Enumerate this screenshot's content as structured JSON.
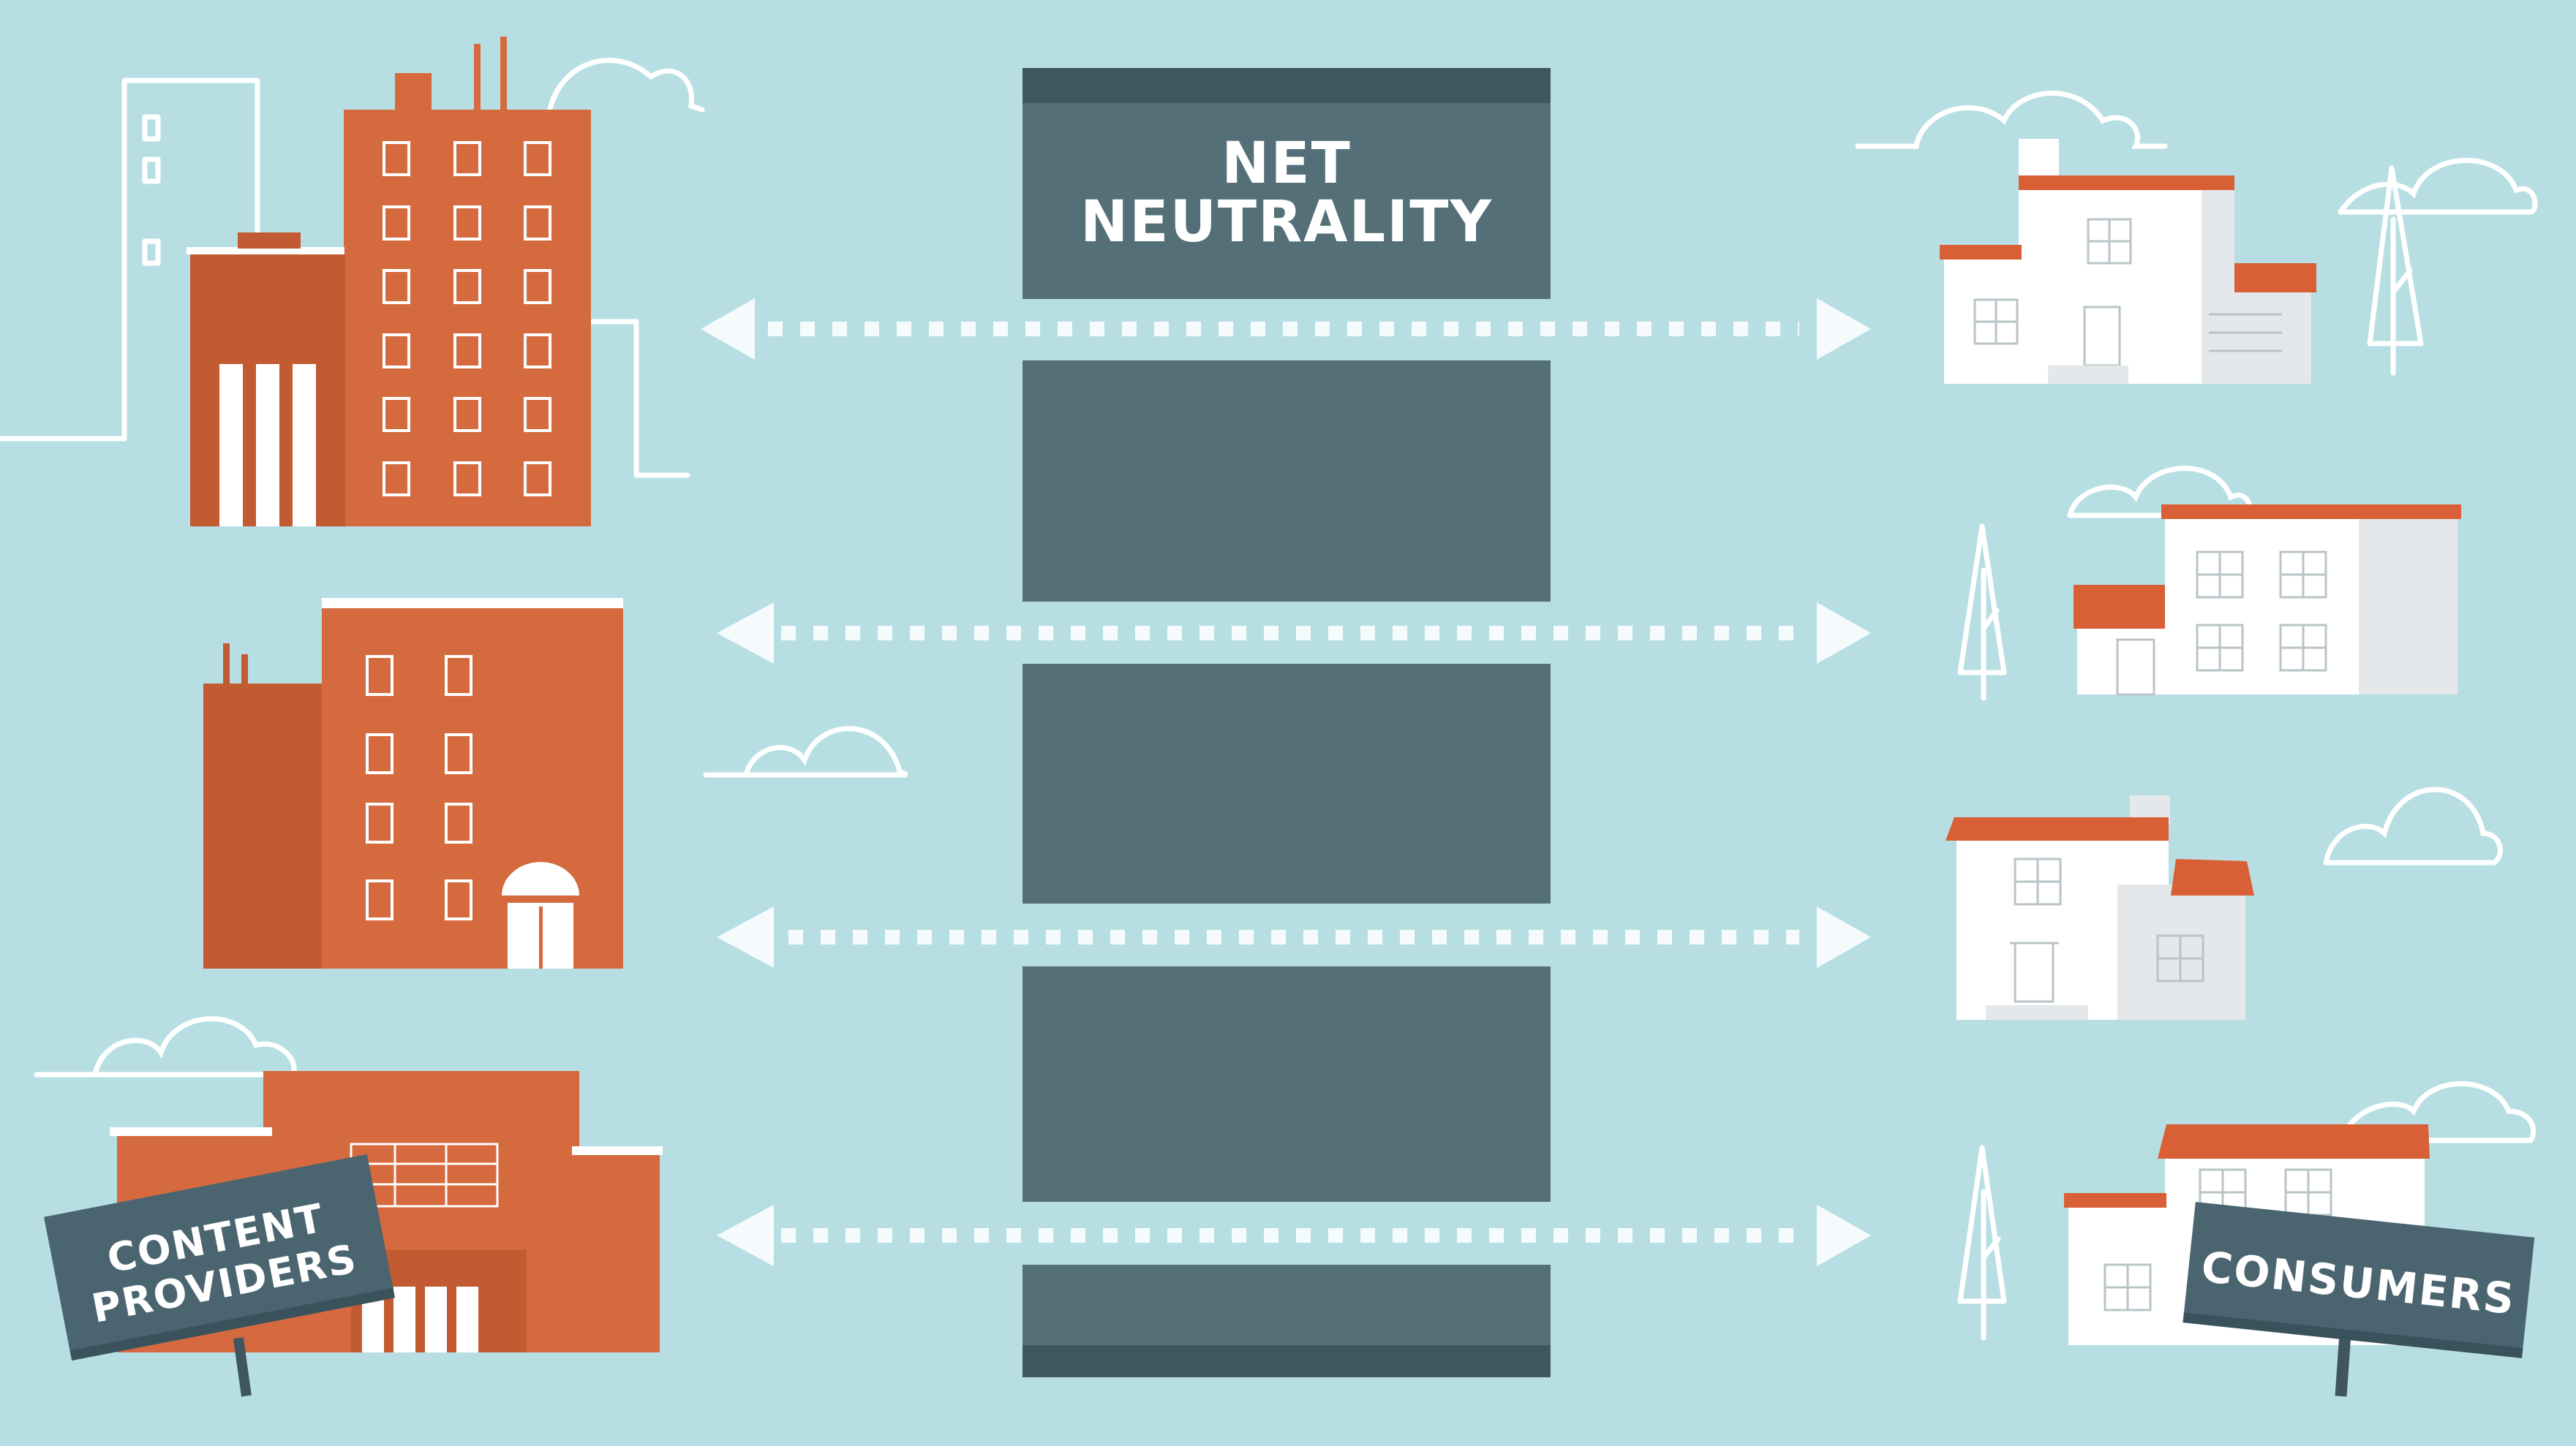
{
  "title": {
    "line1": "NET",
    "line2": "NEUTRALITY"
  },
  "signs": {
    "left": {
      "line1": "CONTENT",
      "line2": "PROVIDERS"
    },
    "right": {
      "line1": "CONSUMERS"
    }
  },
  "connections": [
    {
      "from": "content-provider-1",
      "to": "consumer-1",
      "direction": "bidirectional"
    },
    {
      "from": "content-provider-2",
      "to": "consumer-2",
      "direction": "bidirectional"
    },
    {
      "from": "content-provider-2",
      "to": "consumer-3",
      "direction": "bidirectional"
    },
    {
      "from": "content-provider-3",
      "to": "consumer-4",
      "direction": "bidirectional"
    }
  ],
  "colors": {
    "background": "#b7dfe3",
    "tower": "#546f78",
    "tower_dark": "#3f5660",
    "building": "#d46a3e",
    "building_dark": "#c25a32",
    "house_wall": "#ffffff",
    "house_shade": "#e4e8ea",
    "roof": "#d95f36",
    "sign": "#4b6570",
    "arrow": "#f5fbfc",
    "sketch": "#ffffff"
  },
  "icons": [
    "cloud-icon",
    "tree-icon",
    "arrow-icon",
    "building-icon",
    "house-icon",
    "sign-icon"
  ]
}
